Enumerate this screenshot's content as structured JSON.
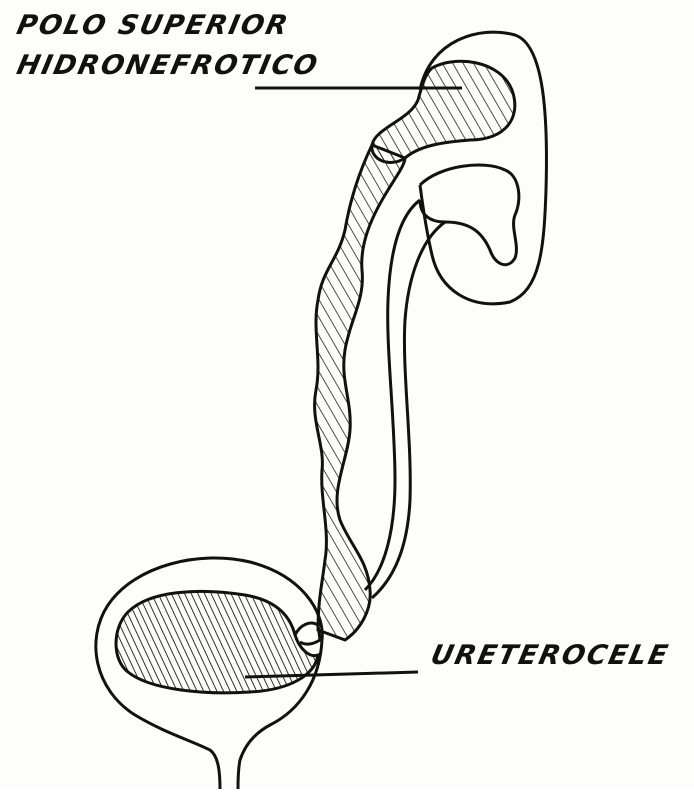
{
  "figure": {
    "labels": {
      "upper_pole_line1": "POLO SUPERIOR",
      "upper_pole_line2": "HIDRONEFROTICO",
      "ureterocele": "URETEROCELE"
    }
  }
}
